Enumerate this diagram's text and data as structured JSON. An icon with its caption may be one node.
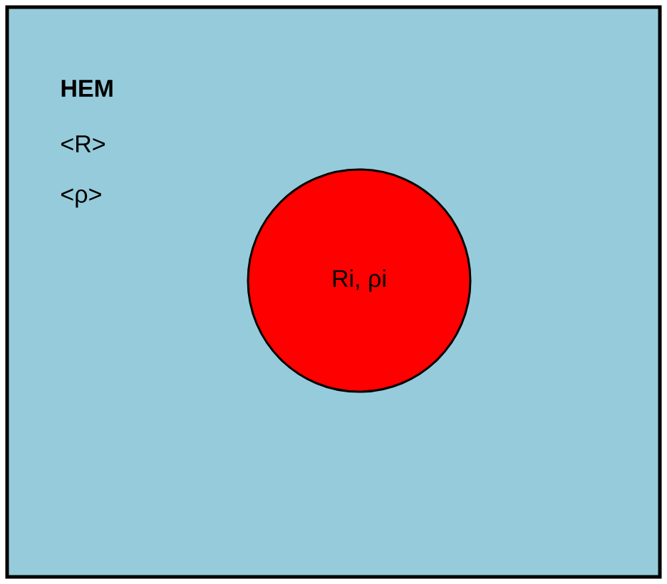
{
  "diagram": {
    "nodes": [
      {
        "text": [
          "HEM",
          "<R>",
          "<ρ>"
        ]
      },
      {
        "text": [
          "Ri, ρi"
        ],
        "in": 0
      }
    ]
  }
}
